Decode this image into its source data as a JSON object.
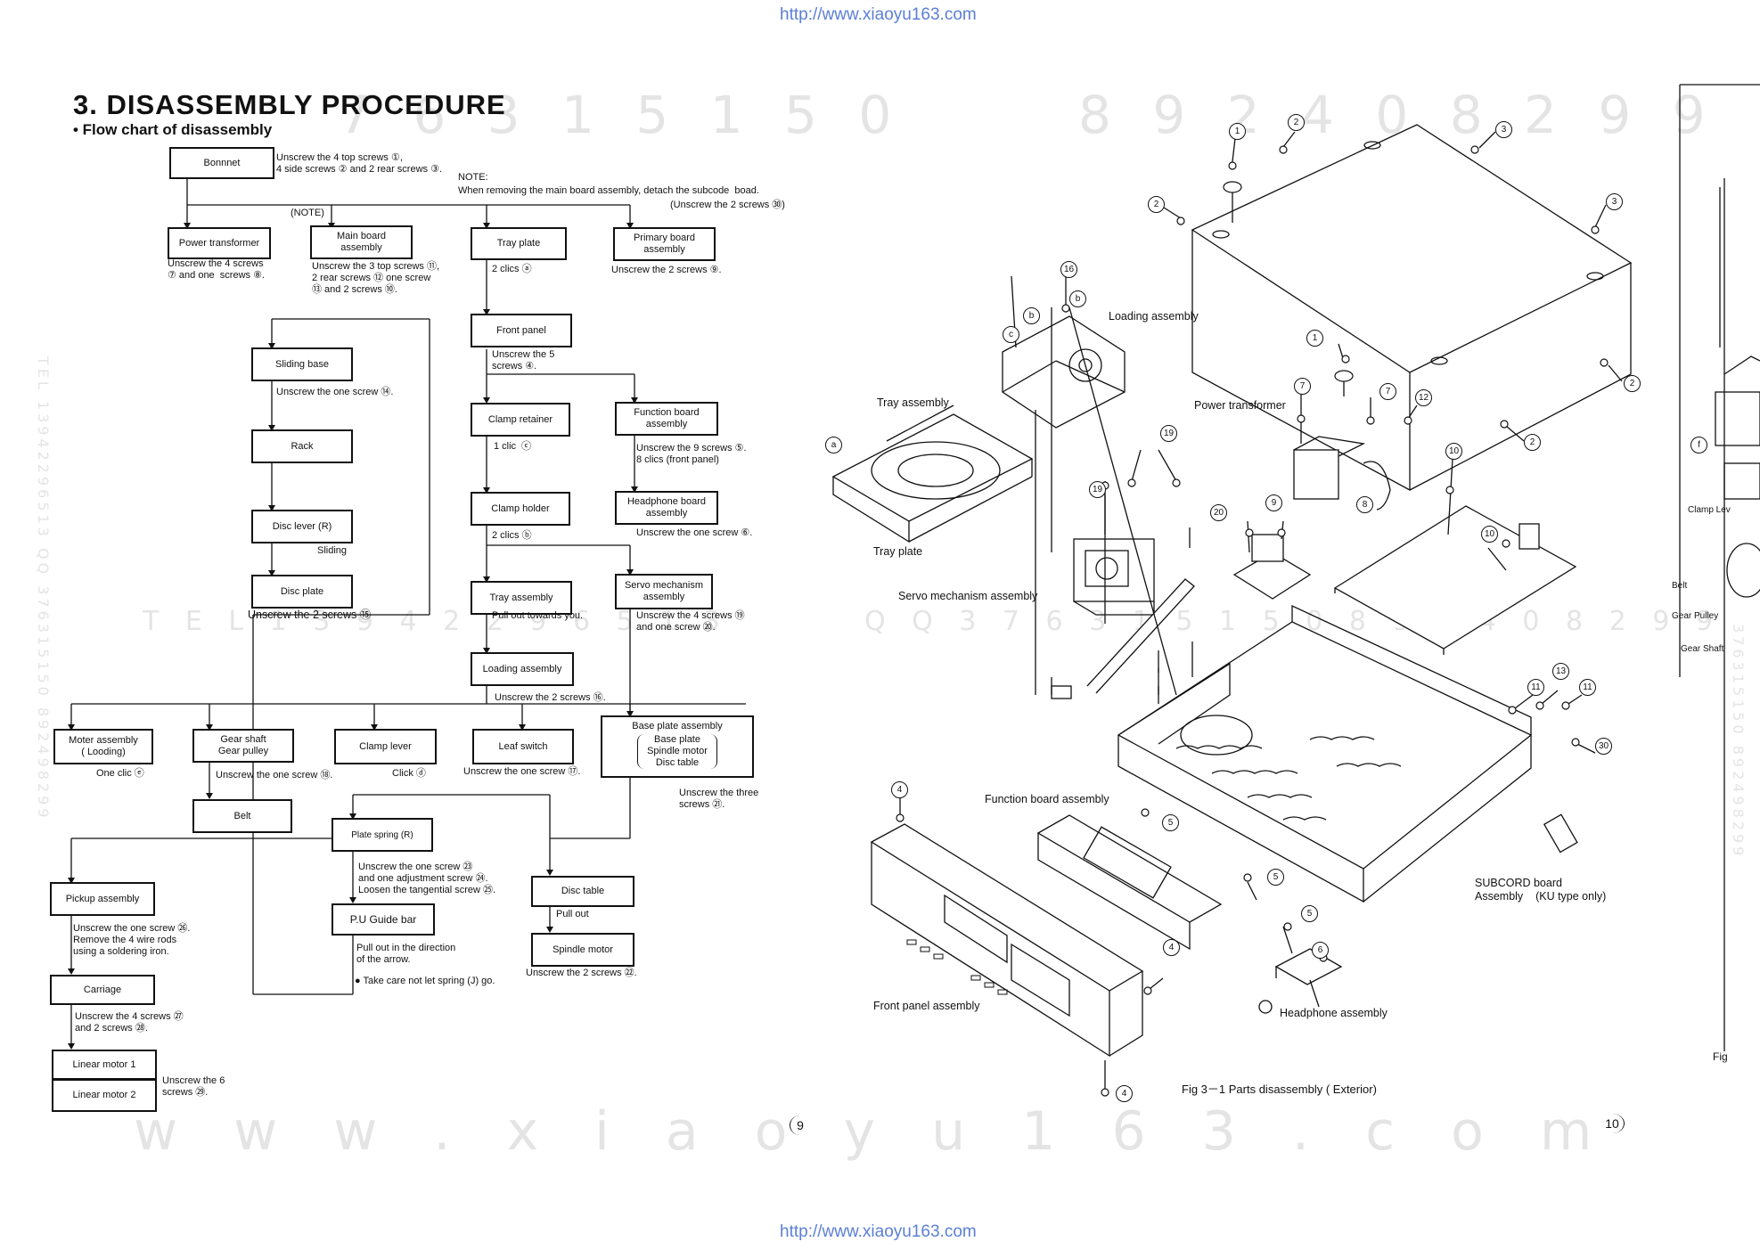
{
  "header": {
    "url_top": "http://www.xiaoyu163.com",
    "url_bottom": "http://www.xiaoyu163.com"
  },
  "watermarks": {
    "digits_left": "7 6 3 1 5 1 5 0",
    "digits_right": "8 9 2 4 0 8 2 9 9",
    "tel_row": "T E L   1 3 9 4 2 2 9 6 5 1 3",
    "qq_row": "Q Q   3 7 6 3 1 5 1 5 0   8 9 2 4 0 8 2 9 9",
    "site": "w w w . x i a o y u 1 6 3 . c o m",
    "left_vertical": "TEL 13942296513  QQ 376315150  892498299",
    "right_vertical": "376315150  892498299"
  },
  "title": "3. DISASSEMBLY PROCEDURE",
  "subtitle": "• Flow chart of disassembly",
  "boxes": {
    "bonnnet": "Bonnnet",
    "power_transformer": "Power transformer",
    "main_board": "Main board\nassembly",
    "tray_plate": "Tray  plate",
    "primary_board": "Primary board\nassembly",
    "front_panel": "Front panel",
    "sliding_base": "Sliding base",
    "rack": "Rack",
    "disc_lever": "Disc lever (R)",
    "disc_plate": "Disc plate",
    "clamp_retainer": "Clamp retainer",
    "function_board": "Function board\nassembly",
    "clamp_holder": "Clamp holder",
    "headphone_board": "Headphone board\nassembly",
    "tray_assembly": "Tray assembly",
    "servo_mechanism": "Servo mechanism\nassembly",
    "loading_assembly": "Loading assembly",
    "motor_assembly": "Moter assembly\n( Looding)",
    "gear_shaft": "Gear shaft\nGear pulley",
    "clamp_lever": "Clamp lever",
    "leaf_switch": "Leaf switch",
    "base_plate": "Base plate assembly",
    "base_plate_items": "Base plate\nSpindle motor\nDisc table",
    "belt": "Belt",
    "plate_spring": "Plate spring (R)",
    "pickup_assembly": "Pickup assembly",
    "pu_guide_bar": "P.U Guide bar",
    "disc_table": "Disc table",
    "spindle_motor": "Spindle motor",
    "carriage": "Carriage",
    "linear_motor_1": "Linear motor 1",
    "linear_motor_2": "Linear motor 2"
  },
  "notes": {
    "bonnnet": "Unscrew the 4 top screws ①,\n4 side screws ② and 2 rear screws ③.",
    "note_head": "NOTE:",
    "note_body": "When removing the main board assembly, detach the subcode  boad.",
    "note_screws": "(Unscrew the 2 screws ㉚)",
    "note_tag": "(NOTE)",
    "power_transformer": "Unscrew the 4 screws\n⑦ and one  screws ⑧.",
    "main_board": "Unscrew the 3 top screws ⑪,\n2 rear screws ⑫ one screw\n⑬ and 2 screws ⑩.",
    "tray_plate": "2 clics ⓐ",
    "primary_board": "Unscrew the 2 screws ⑨.",
    "front_panel": "Unscrew the 5\nscrews ④.",
    "sliding_base": "Unscrew the one screw ⑭.",
    "disc_lever": "Sliding",
    "disc_plate": "Unscrew the 2 screws ⑮",
    "clamp_retainer": "1 clic  ⓒ",
    "function_board": "Unscrew the 9 screws ⑤.\n8 clics (front panel)",
    "clamp_holder": "2 clics ⓑ",
    "headphone_board": "Unscrew the one screw ⑥.",
    "tray_assembly": "Pull out towards you.",
    "servo_mechanism": "Unscrew the 4 screws ⑲\nand one screw ⑳.",
    "loading_assembly": "Unscrew the 2 screws ⑯.",
    "motor_assembly": "One clic ⓔ",
    "gear_shaft": "Unscrew the one screw ⑱.",
    "clamp_lever": "Click ⓓ",
    "leaf_switch": "Unscrew the one screw ⑰.",
    "base_plate": "Unscrew the three\nscrews ㉑.",
    "plate_spring": "Unscrew the one screw ㉓\nand one adjustment screw ㉔.\nLoosen the tangential screw ㉕.",
    "pickup_assembly": "Unscrew the one screw ㉖.\nRemove the 4 wire rods\nusing a soldering iron.",
    "pu_guide_bar": "Pull out in the direction\nof the arrow.",
    "pu_guide_bar_2": "● Take care not let spring (J) go.",
    "disc_table": "Pull out",
    "spindle_motor": "Unscrew the 2 screws ㉒.",
    "carriage": "Unscrew the 4 screws ㉗\nand 2 screws ㉘.",
    "linear_motor": "Unscrew the 6\nscrews ㉙."
  },
  "diagram_labels": {
    "loading_assembly": "Loading assembly",
    "tray_assembly": "Tray assembly",
    "tray_plate": "Tray plate",
    "power_transformer": "Power transformer",
    "servo_mechanism": "Servo mechanism assembly",
    "function_board": "Function board assembly",
    "subcord_board": "SUBCORD board\nAssembly    (KU type only)",
    "headphone": "Headphone assembly",
    "front_panel": "Front panel assembly",
    "fig_caption": "Fig 3－1 Parts disassembly  ( Exterior)"
  },
  "right_strip": {
    "label_1": "Clamp Lev",
    "label_2": "Belt",
    "label_3": "Gear Pulley",
    "label_4": "Gear Shaft",
    "label_5": "Fig",
    "callout": "f"
  },
  "callouts": [
    "1",
    "2",
    "3",
    "2",
    "3",
    "1",
    "2",
    "2",
    "16",
    "b",
    "b",
    "c",
    "a",
    "19",
    "19",
    "20",
    "7",
    "7",
    "12",
    "8",
    "9",
    "10",
    "10",
    "11",
    "13",
    "11",
    "30",
    "4",
    "5",
    "5",
    "5",
    "6",
    "4",
    "4"
  ],
  "page_numbers": {
    "left": "9",
    "right": "10"
  }
}
